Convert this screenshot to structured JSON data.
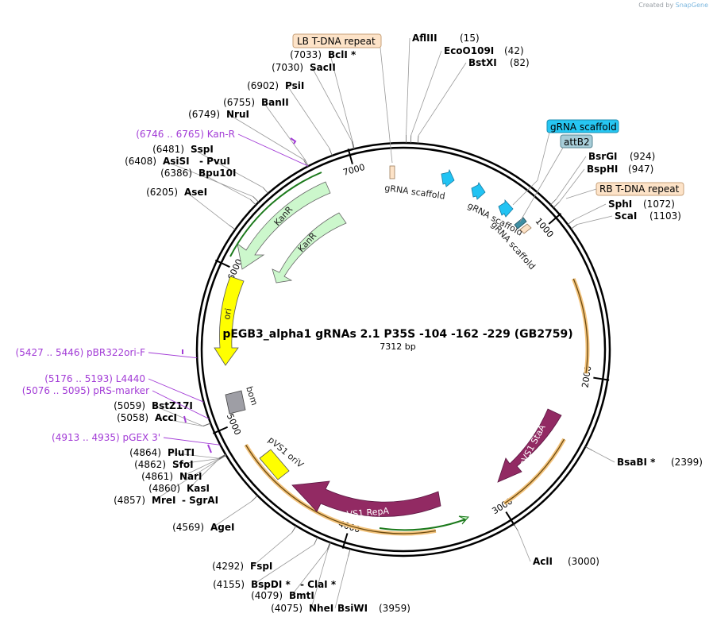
{
  "app": {
    "created_by": "Created by",
    "brand": "SnapGene"
  },
  "plasmid": {
    "name": "pEGB3_alpha1 gRNAs 2.1 P35S -104 -162 -229 (GB2759)",
    "length_label": "7312 bp",
    "length": 7312
  },
  "ticks": [
    {
      "pos": 1000,
      "label": "1000"
    },
    {
      "pos": 2000,
      "label": "2000"
    },
    {
      "pos": 3000,
      "label": "3000"
    },
    {
      "pos": 4000,
      "label": "4000"
    },
    {
      "pos": 5000,
      "label": "5000"
    },
    {
      "pos": 6000,
      "label": "6000"
    },
    {
      "pos": 7000,
      "label": "7000"
    }
  ],
  "sites": [
    {
      "id": "afliii",
      "name": "AflIII",
      "pos_label": "(15)",
      "bp": 15,
      "side": "R"
    },
    {
      "id": "ecoo109i",
      "name": "EcoO109I",
      "pos_label": "(42)",
      "bp": 42,
      "side": "R"
    },
    {
      "id": "bstxi",
      "name": "BstXI",
      "pos_label": "(82)",
      "bp": 82,
      "side": "R"
    },
    {
      "id": "bsrgi",
      "name": "BsrGI",
      "pos_label": "(924)",
      "bp": 924,
      "side": "R"
    },
    {
      "id": "bsphi",
      "name": "BspHI",
      "pos_label": "(947)",
      "bp": 947,
      "side": "R"
    },
    {
      "id": "sphi",
      "name": "SphI",
      "pos_label": "(1072)",
      "bp": 1072,
      "side": "R"
    },
    {
      "id": "scai",
      "name": "ScaI",
      "pos_label": "(1103)",
      "bp": 1103,
      "side": "R"
    },
    {
      "id": "bsabi",
      "name": "BsaBI *",
      "pos_label": "(2399)",
      "bp": 2399,
      "side": "R"
    },
    {
      "id": "acli",
      "name": "AclI",
      "pos_label": "(3000)",
      "bp": 3000,
      "side": "R"
    },
    {
      "id": "bsiwi",
      "name": "BsiWI",
      "pos_label": "(3959)",
      "bp": 3959,
      "side": "R"
    },
    {
      "id": "nhei",
      "name": "NheI",
      "pos_label": "(4075)",
      "bp": 4075,
      "side": "L"
    },
    {
      "id": "bmti",
      "name": "BmtI",
      "pos_label": "(4079)",
      "bp": 4079,
      "side": "L"
    },
    {
      "id": "bspdi",
      "name": "BspDI *",
      "pos_label": "(4155)",
      "bp": 4155,
      "side": "L",
      "extra": "-  ClaI *"
    },
    {
      "id": "fspi",
      "name": "FspI",
      "pos_label": "(4292)",
      "bp": 4292,
      "side": "L"
    },
    {
      "id": "agei",
      "name": "AgeI",
      "pos_label": "(4569)",
      "bp": 4569,
      "side": "L"
    },
    {
      "id": "mrei",
      "name": "MreI",
      "pos_label": "(4857)",
      "bp": 4857,
      "side": "L",
      "extra": "-  SgrAI"
    },
    {
      "id": "kasi",
      "name": "KasI",
      "pos_label": "(4860)",
      "bp": 4860,
      "side": "L"
    },
    {
      "id": "nari",
      "name": "NarI",
      "pos_label": "(4861)",
      "bp": 4861,
      "side": "L"
    },
    {
      "id": "sfoi",
      "name": "SfoI",
      "pos_label": "(4862)",
      "bp": 4862,
      "side": "L"
    },
    {
      "id": "pluti",
      "name": "PluTI",
      "pos_label": "(4864)",
      "bp": 4864,
      "side": "L"
    },
    {
      "id": "acci",
      "name": "AccI",
      "pos_label": "(5058)",
      "bp": 5058,
      "side": "L"
    },
    {
      "id": "bstz17i",
      "name": "BstZ17I",
      "pos_label": "(5059)",
      "bp": 5059,
      "side": "L"
    },
    {
      "id": "asei",
      "name": "AseI",
      "pos_label": "(6205)",
      "bp": 6205,
      "side": "L"
    },
    {
      "id": "bpu10i",
      "name": "Bpu10I",
      "pos_label": "(6386)",
      "bp": 6386,
      "side": "L"
    },
    {
      "id": "asisi",
      "name": "AsiSI",
      "pos_label": "(6408)",
      "bp": 6408,
      "side": "L",
      "extra": "-  PvuI"
    },
    {
      "id": "sspi",
      "name": "SspI",
      "pos_label": "(6481)",
      "bp": 6481,
      "side": "L"
    },
    {
      "id": "nrui",
      "name": "NruI",
      "pos_label": "(6749)",
      "bp": 6749,
      "side": "L"
    },
    {
      "id": "banii",
      "name": "BanII",
      "pos_label": "(6755)",
      "bp": 6755,
      "side": "L"
    },
    {
      "id": "psii",
      "name": "PsiI",
      "pos_label": "(6902)",
      "bp": 6902,
      "side": "L"
    },
    {
      "id": "sacii",
      "name": "SacII",
      "pos_label": "(7030)",
      "bp": 7030,
      "side": "L"
    },
    {
      "id": "bcli",
      "name": "BclI *",
      "pos_label": "(7033)",
      "bp": 7033,
      "side": "L"
    }
  ],
  "primers": [
    {
      "id": "kanr-primer",
      "label": "(6746 .. 6765)  Kan-R",
      "bp": 6755
    },
    {
      "id": "pbr322ori-f",
      "label": "(5427 .. 5446)  pBR322ori-F",
      "bp": 5436
    },
    {
      "id": "l4440",
      "label": "(5176 .. 5193)  L4440",
      "bp": 5184
    },
    {
      "id": "prs-marker",
      "label": "(5076 .. 5095)  pRS-marker",
      "bp": 5085
    },
    {
      "id": "pgex3",
      "label": "(4913 .. 4935)  pGEX 3'",
      "bp": 4924
    }
  ],
  "boxed_labels": [
    {
      "id": "lb-tdna",
      "label": "LB T-DNA repeat",
      "fill": "#fde3c8",
      "stroke": "#c8a27a"
    },
    {
      "id": "grna-scaffold-box",
      "label": "gRNA scaffold",
      "fill": "#26c6f2",
      "stroke": "#1a8fb3"
    },
    {
      "id": "attb2-box",
      "label": "attB2",
      "fill": "#a7cdd8",
      "stroke": "#5a8896"
    },
    {
      "id": "rb-tdna",
      "label": "RB T-DNA repeat",
      "fill": "#fde3c8",
      "stroke": "#c8a27a"
    }
  ],
  "features": [
    {
      "id": "ori",
      "label": "ori",
      "color": "#ffff00"
    },
    {
      "id": "kanr-1",
      "label": "KanR",
      "color": "#ccf7cc"
    },
    {
      "id": "kanr-2",
      "label": "KanR",
      "color": "#ccf7cc"
    },
    {
      "id": "bom",
      "label": "bom",
      "color": "#9e9ea5"
    },
    {
      "id": "pvs1-oriv",
      "label": "pVS1 oriV",
      "color": "#ffff00"
    },
    {
      "id": "pvs1-repa",
      "label": "pVS1 RepA",
      "color": "#922a63"
    },
    {
      "id": "pvs1-staa",
      "label": "pVS1 StaA",
      "color": "#922a63"
    },
    {
      "id": "grna-scaffold-1",
      "label": "gRNA scaffold",
      "color": "#21c3f3"
    },
    {
      "id": "grna-scaffold-2",
      "label": "gRNA scaffold",
      "color": "#21c3f3"
    },
    {
      "id": "grna-scaffold-3",
      "label": "gRNA scaffold",
      "color": "#21c3f3"
    },
    {
      "id": "attb2",
      "label": "attB2",
      "color": "#3f8fa3"
    }
  ]
}
